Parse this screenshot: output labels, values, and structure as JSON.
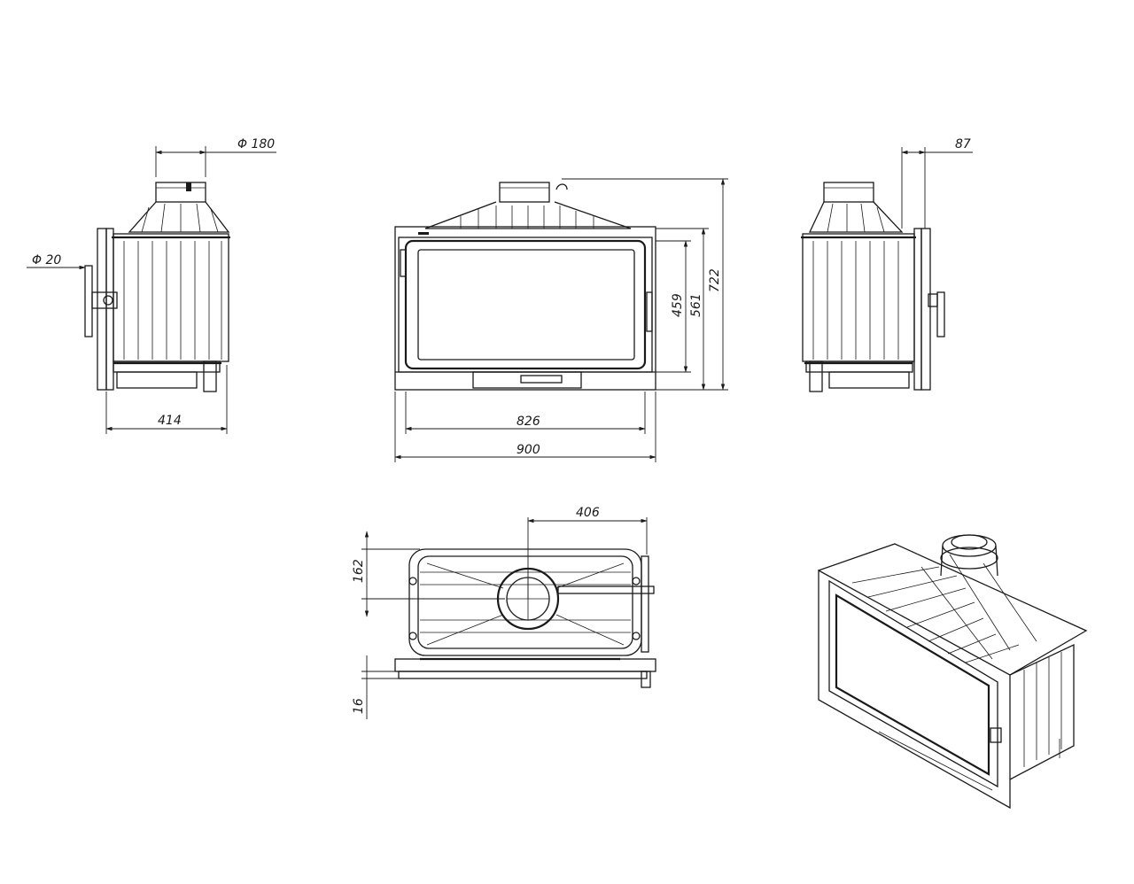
{
  "dimensions": {
    "flue_diameter": "Φ 180",
    "air_inlet_diameter": "Φ 20",
    "side_depth": "414",
    "glass_width": "826",
    "total_width": "900",
    "glass_height": "459",
    "opening_height": "561",
    "total_height": "722",
    "flue_offset_side": "87",
    "flue_offset_top": "406",
    "flue_center_depth": "162",
    "bottom_offset": "16"
  },
  "colors": {
    "line": "#1a1a1a",
    "background": "#ffffff"
  }
}
